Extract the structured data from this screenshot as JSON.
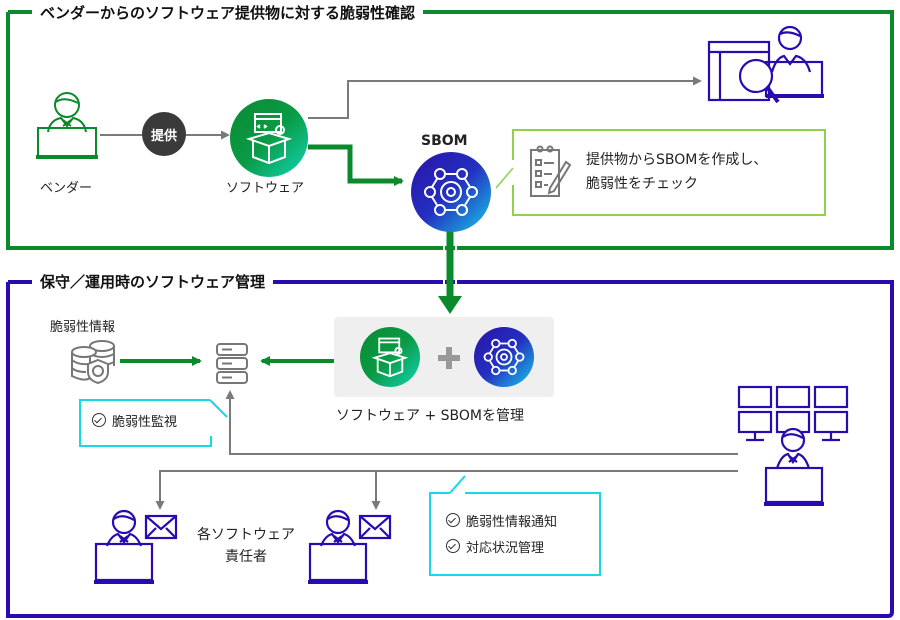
{
  "colors": {
    "green_frame": "#0b8a2c",
    "blue_frame": "#2a0bb0",
    "callout_green": "#8fd14f",
    "callout_cyan": "#18d8e8",
    "connector_gray": "#7a7a7a",
    "provide_badge": "#3a3a3a"
  },
  "top_section": {
    "title": "ベンダーからのソフトウェア提供物に対する脆弱性確認",
    "vendor_label": "ベンダー",
    "provide_badge": "提供",
    "software_label": "ソフトウェア",
    "sbom_label": "SBOM",
    "callout_lines": [
      "提供物からSBOMを作成し、",
      "脆弱性をチェック"
    ],
    "icons": [
      "vendor-person-laptop-icon",
      "software-box-icon",
      "sbom-gear-network-icon",
      "clipboard-pen-icon",
      "analyst-magnifier-icon"
    ]
  },
  "bottom_section": {
    "title": "保守／運用時のソフトウェア管理",
    "vuln_info_label": "脆弱性情報",
    "manage_label": "ソフトウェア + SBOMを管理",
    "monitor_callout": "脆弱性監視",
    "owners_label_lines": [
      "各ソフトウェア",
      "責任者"
    ],
    "notify_callout_items": [
      "脆弱性情報通知",
      "対応状況管理"
    ],
    "icons": [
      "database-shield-icon",
      "server-icon",
      "software-box-icon",
      "plus-icon",
      "sbom-gear-network-icon",
      "monitoring-operator-icon",
      "owner-mail-icon"
    ]
  }
}
